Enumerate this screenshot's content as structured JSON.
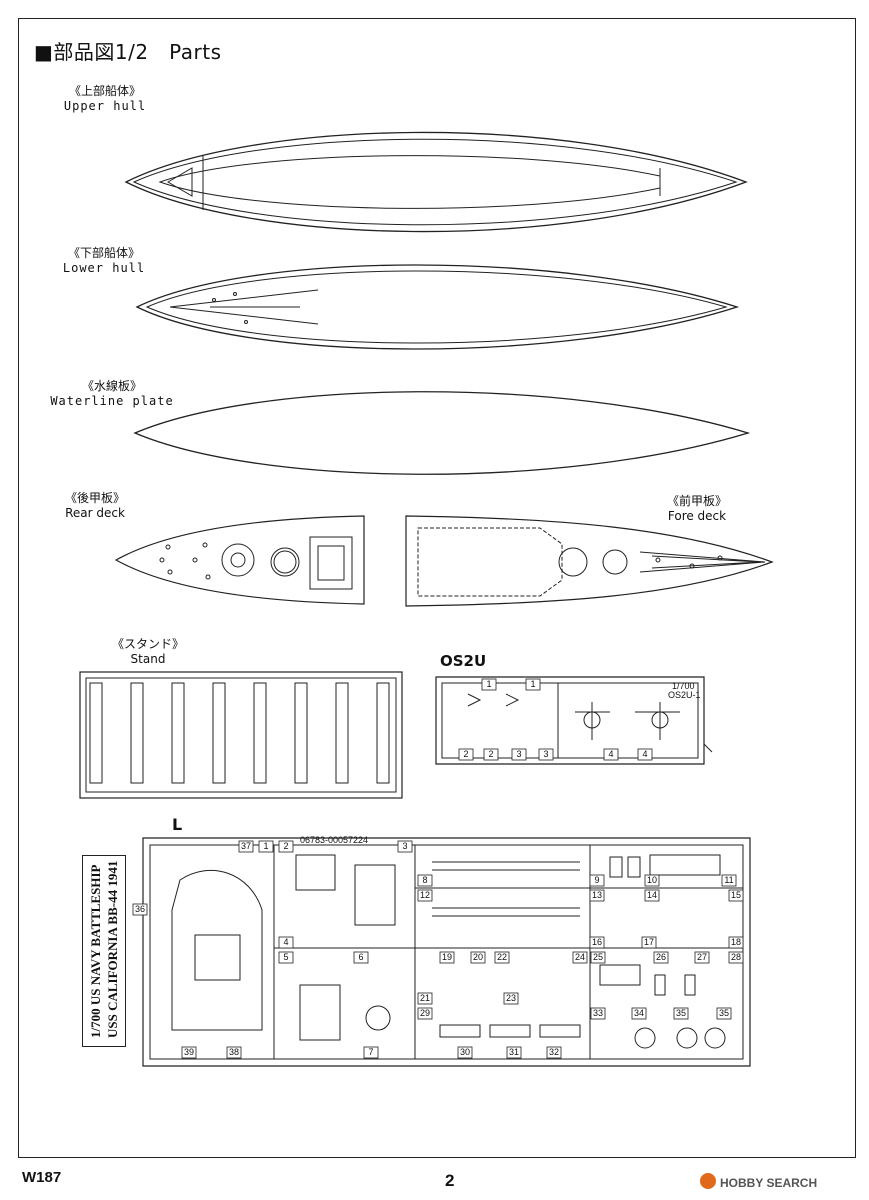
{
  "header": {
    "title": "■部品図1/2　Parts"
  },
  "parts": {
    "upper_hull": {
      "jp": "《上部船体》",
      "en": "Upper hull"
    },
    "lower_hull": {
      "jp": "《下部船体》",
      "en": "Lower hull"
    },
    "waterline": {
      "jp": "《水線板》",
      "en": "Waterline plate"
    },
    "rear_deck": {
      "jp": "《後甲板》",
      "en": "Rear deck"
    },
    "fore_deck": {
      "jp": "《前甲板》",
      "en": "Fore deck"
    },
    "stand": {
      "jp": "《スタンド》",
      "en": "Stand"
    }
  },
  "sprues": {
    "os2u": {
      "title": "OS2U",
      "scale": "1/700",
      "code": "OS2U-1",
      "numbers": [
        "1",
        "1",
        "2",
        "2",
        "3",
        "3",
        "4",
        "4"
      ]
    },
    "l": {
      "title": "L",
      "code": "06783-00057224",
      "label_line1": "1/700 US NAVY BATTLESHIP",
      "label_line2": "USS CALIFORNIA BB-44 1941",
      "numbers": [
        "1",
        "2",
        "3",
        "4",
        "5",
        "6",
        "7",
        "8",
        "9",
        "10",
        "11",
        "12",
        "13",
        "14",
        "15",
        "16",
        "17",
        "18",
        "19",
        "20",
        "21",
        "22",
        "23",
        "24",
        "25",
        "26",
        "27",
        "28",
        "29",
        "30",
        "31",
        "32",
        "33",
        "34",
        "35",
        "35",
        "36",
        "37",
        "38",
        "39"
      ]
    }
  },
  "footer": {
    "code": "W187",
    "page": "2",
    "watermark": "HOBBY SEARCH"
  }
}
